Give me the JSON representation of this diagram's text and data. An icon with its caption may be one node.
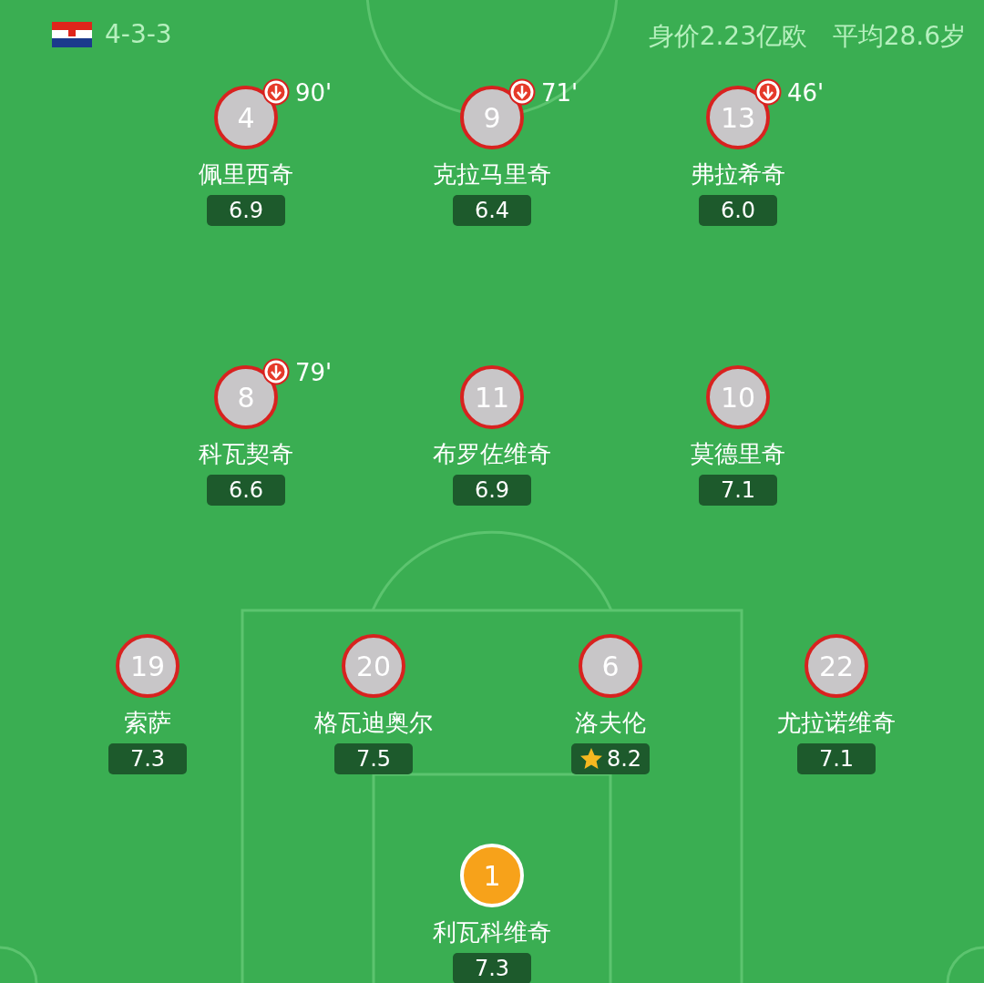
{
  "diagram": {
    "nodes": [
      {
        "text": [
          "4"
        ],
        "beside": [
          "佩里西奇",
          "6.9",
          "90'"
        ]
      },
      {
        "text": [
          "9"
        ],
        "beside": [
          "克拉马里奇",
          "6.4",
          "71'"
        ]
      },
      {
        "text": [
          "13"
        ],
        "beside": [
          "弗拉希奇",
          "6.0",
          "46'"
        ]
      },
      {
        "text": [
          "8"
        ],
        "beside": [
          "科瓦契奇",
          "6.6",
          "79'"
        ]
      },
      {
        "text": [
          "11"
        ],
        "beside": [
          "布罗佐维奇",
          "6.9"
        ]
      },
      {
        "text": [
          "10"
        ],
        "beside": [
          "莫德里奇",
          "7.1"
        ]
      },
      {
        "text": [
          "19"
        ],
        "beside": [
          "索萨",
          "7.3"
        ]
      },
      {
        "text": [
          "20"
        ],
        "beside": [
          "格瓦迪奥尔",
          "7.5"
        ]
      },
      {
        "text": [
          "6"
        ],
        "beside": [
          "洛夫伦",
          "8.2"
        ]
      },
      {
        "text": [
          "22"
        ],
        "beside": [
          "尤拉诺维奇",
          "7.1"
        ]
      },
      {
        "text": [
          "1"
        ],
        "beside": [
          "利瓦科维奇",
          "7.3"
        ]
      }
    ],
    "labels": [
      "4-3-3",
      "身价2.23亿欧",
      "平均28.6岁"
    ]
  }
}
